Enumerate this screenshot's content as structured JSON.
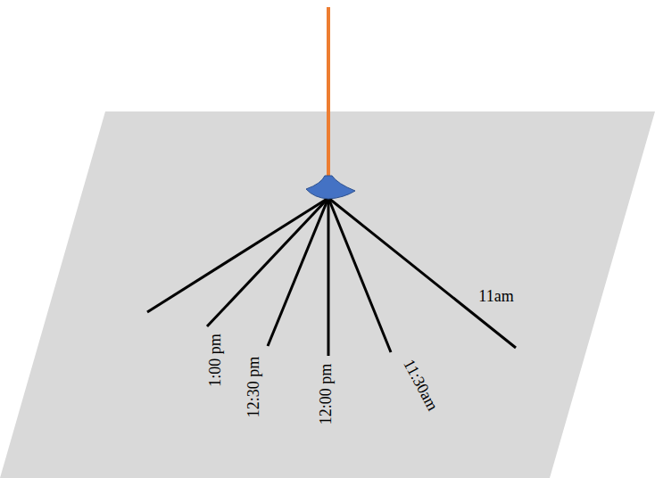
{
  "diagram": {
    "labels": [
      "11am",
      "1:00 pm",
      "12:30 pm",
      "12:00 pm",
      "11:30am"
    ]
  }
}
